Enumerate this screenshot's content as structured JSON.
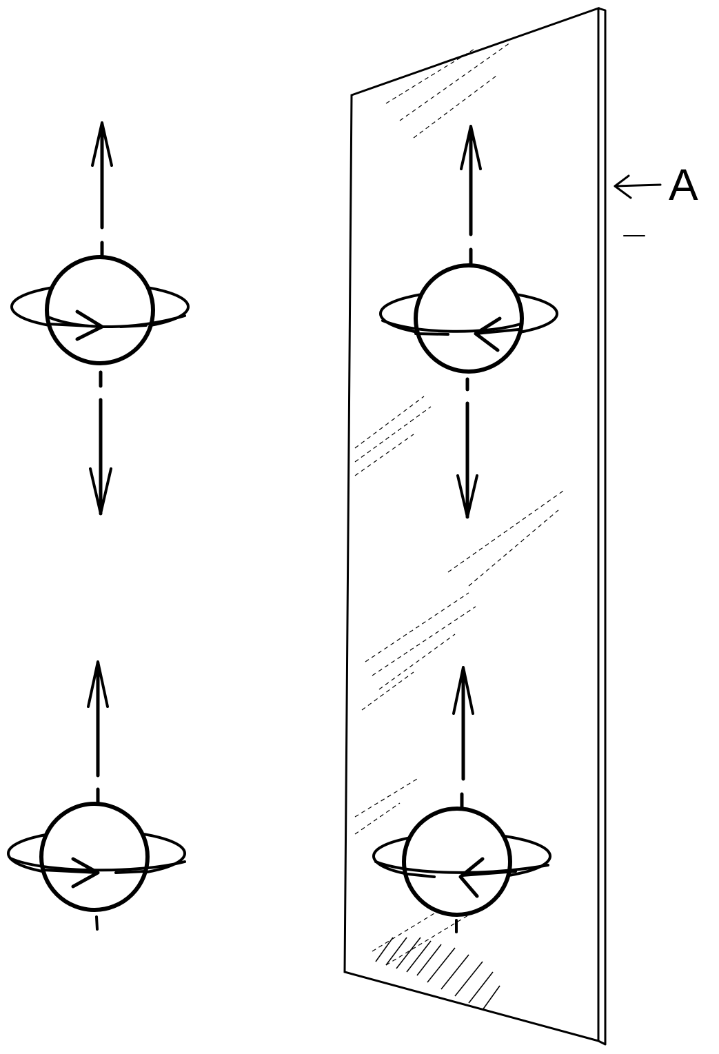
{
  "diagram": {
    "labels": {
      "mirror_label": "A"
    },
    "colors": {
      "ink": "#000000",
      "background": "#ffffff"
    },
    "elements": [
      {
        "name": "particle-top-left",
        "spin_arrow": "right-pointing",
        "motion_arrows": [
          "up",
          "down"
        ]
      },
      {
        "name": "particle-top-right-reflection",
        "spin_arrow": "left-pointing",
        "motion_arrows": [
          "up",
          "down"
        ]
      },
      {
        "name": "particle-bottom-left",
        "spin_arrow": "right-pointing",
        "motion_arrows": [
          "up"
        ]
      },
      {
        "name": "particle-bottom-right-reflection",
        "spin_arrow": "left-pointing",
        "motion_arrows": [
          "up"
        ]
      }
    ]
  }
}
